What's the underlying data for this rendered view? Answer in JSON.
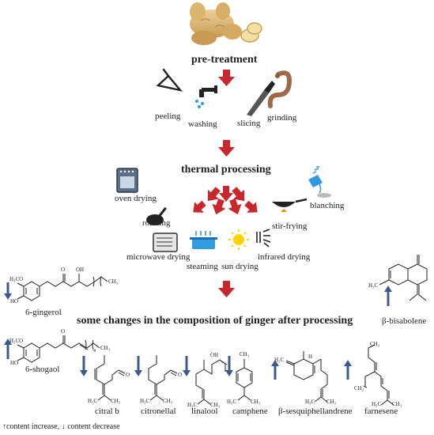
{
  "colors": {
    "arrow_red": "#c8272c",
    "arrow_blue": "#3d5a8c",
    "water_blue": "#2f9be0",
    "ginger": "#d9b56b",
    "sun": "#ffd200",
    "pan": "#222222"
  },
  "headings": {
    "pretreatment": "pre-treatment",
    "thermal": "thermal processing",
    "changes": "some changes in the composition of ginger after processing"
  },
  "pretreatment_steps": [
    {
      "label": "peeling",
      "icon": "peeler-icon"
    },
    {
      "label": "washing",
      "icon": "faucet-icon"
    },
    {
      "label": "slicing",
      "icon": "knife-icon"
    },
    {
      "label": "grinding",
      "icon": "sausage-grinding-icon"
    }
  ],
  "thermal_methods": [
    {
      "label": "oven drying",
      "icon": "oven-icon"
    },
    {
      "label": "roasting",
      "icon": "frying-pan-icon"
    },
    {
      "label": "microwave drying",
      "icon": "microwave-icon"
    },
    {
      "label": "steaming",
      "icon": "steamer-pot-icon"
    },
    {
      "label": "sun drying",
      "icon": "sun-icon"
    },
    {
      "label": "infrared drying",
      "icon": "infrared-icon"
    },
    {
      "label": "stir-frying",
      "icon": "wok-icon"
    },
    {
      "label": "blanching",
      "icon": "pouring-water-icon"
    }
  ],
  "compounds": [
    {
      "label": "6-gingerol",
      "trend": "decrease"
    },
    {
      "label": "6-shogaol",
      "trend": "increase"
    },
    {
      "label": "β-bisabolene",
      "trend": "increase"
    },
    {
      "label": "citral b",
      "trend": "decrease"
    },
    {
      "label": "citronellal",
      "trend": "decrease"
    },
    {
      "label": "linalool",
      "trend": "decrease"
    },
    {
      "label": "camphene",
      "trend": "decrease"
    },
    {
      "label": "β-sesquiphellandrene",
      "trend": "increase"
    },
    {
      "label": "farnesene",
      "trend": "increase"
    }
  ],
  "structure_labels": {
    "h3c": "H₃C",
    "h2c": "H₂C",
    "ch3": "CH₃",
    "ch2": "CH₂",
    "ho": "HO",
    "oh": "OH",
    "o": "O",
    "h": "H",
    "n4": "4"
  },
  "legend": "↑content increase, ↓ content decrease"
}
